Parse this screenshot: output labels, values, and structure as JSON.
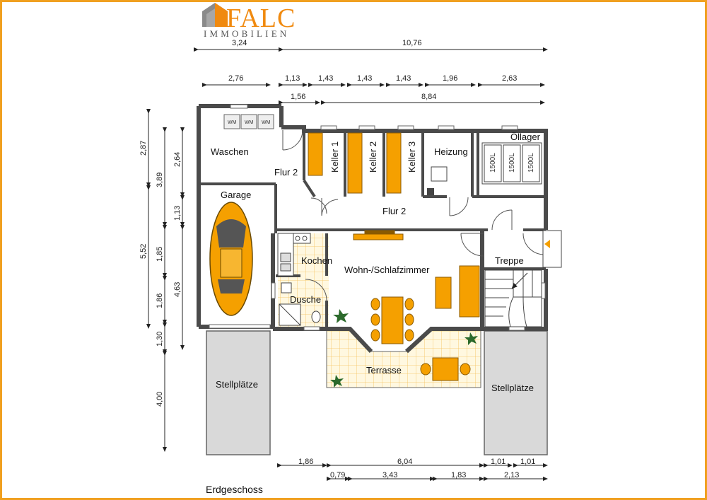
{
  "brand": {
    "name": "FALC",
    "subtitle": "IMMOBILIEN"
  },
  "floor_label": "Erdgeschoss",
  "rooms": {
    "waschen": "Waschen",
    "flur2_a": "Flur 2",
    "flur2_b": "Flur 2",
    "keller1": "Keller 1",
    "keller2": "Keller 2",
    "keller3": "Keller 3",
    "heizung": "Heizung",
    "oellager": "Öllager",
    "garage": "Garage",
    "kochen": "Kochen",
    "dusche": "Dusche",
    "wohn": "Wohn-/Schlafzimmer",
    "treppe": "Treppe",
    "terrasse": "Terrasse",
    "stellplaetze_left": "Stellplätze",
    "stellplaetze_right": "Stellplätze"
  },
  "appliances": {
    "wm": "WM",
    "tank": "1500L"
  },
  "dims": {
    "top1_a": "3,24",
    "top1_b": "10,76",
    "top2_a": "2,76",
    "top2_b": "1,13",
    "top2_c": "1,43",
    "top2_d": "1,43",
    "top2_e": "1,43",
    "top2_f": "1,96",
    "top2_g": "2,63",
    "top3_a": "1,56",
    "top3_b": "8,84",
    "left1_a": "2,87",
    "left1_b": "5,52",
    "left1_c": "4,00",
    "left2_a": "3,89",
    "left2_b": "1,85",
    "left2_c": "1,86",
    "left2_d": "1,30",
    "left3_a": "2,64",
    "left3_b": "1,13",
    "left3_c": "4,63",
    "bot1_a": "1,86",
    "bot1_b": "6,04",
    "bot1_c": "1,01",
    "bot1_d": "1,01",
    "bot2_a": "0,79",
    "bot2_b": "3,43",
    "bot2_c": "1,83",
    "bot2_d": "2,13"
  },
  "colors": {
    "accent": "#f5a000",
    "wall": "#4a4a4a",
    "frame": "#f0a020",
    "parking": "#d9d9d9",
    "grid": "#f5c15a"
  }
}
